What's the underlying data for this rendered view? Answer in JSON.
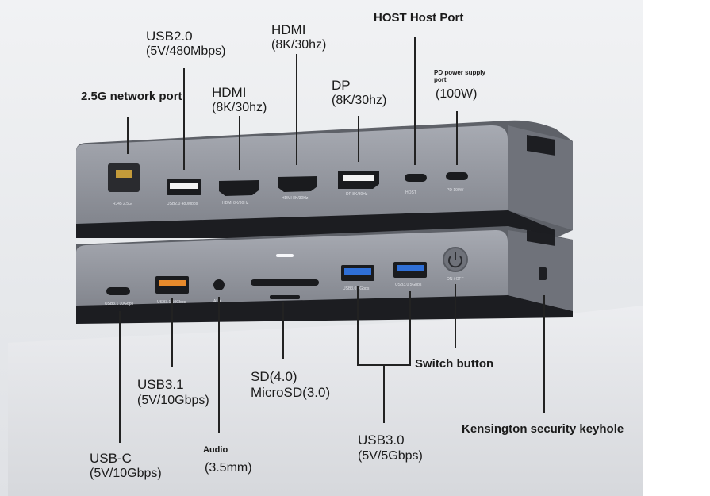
{
  "labels": {
    "network": "2.5G network port",
    "usb20_title": "USB2.0",
    "usb20_spec": "(5V/480Mbps)",
    "hdmi1_title": "HDMI",
    "hdmi1_spec": "(8K/30hz)",
    "hdmi2_title": "HDMI",
    "hdmi2_spec": "(8K/30hz)",
    "dp_title": "DP",
    "dp_spec": "(8K/30hz)",
    "host": "HOST Host Port",
    "pd_title": "PD power supply port",
    "pd_spec": "(100W)",
    "usb31_title": "USB3.1",
    "usb31_spec": "(5V/10Gbps)",
    "audio_title": "Audio",
    "audio_spec": "(3.5mm)",
    "sd_title": "SD(4.0)",
    "sd_spec": "MicroSD(3.0)",
    "switch": "Switch button",
    "usb30_title": "USB3.0",
    "usb30_spec": "(5V/5Gbps)",
    "usbc_title": "USB-C",
    "usbc_spec": "(5V/10Gbps)",
    "kensington": "Kensington security keyhole"
  },
  "device_text": {
    "rj45": "RJ45 2.5G",
    "usb2": "USB2.0 480Mbps",
    "hdmi": "HDMI 8K/30Hz",
    "dp": "DP 8K/30Hz",
    "host": "HOST",
    "pd": "PD 100W",
    "usbc": "USB3.1 10Gbps",
    "usb31": "USB3.1 10Gbps",
    "aux": "AUX",
    "usb3a": "USB3.0 5Gbps",
    "onoff": "ON / OFF"
  },
  "colors": {
    "body_top": "#9da0a8",
    "body_face": "#8a8d95",
    "bezel": "#1c1d21",
    "usb3_blue": "#2f6fd6",
    "usb31_orange": "#e78a2c",
    "leader": "#222222"
  }
}
